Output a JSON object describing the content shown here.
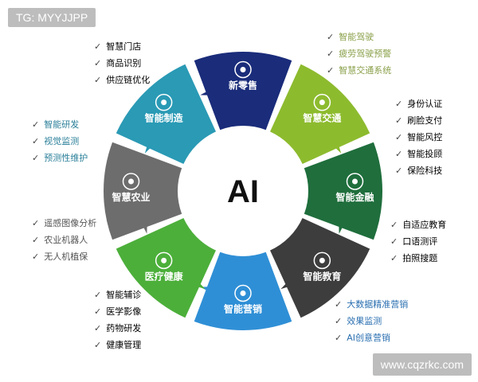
{
  "tag": "TG: MYYJJPP",
  "watermark": "www.cqzrkc.com",
  "center": "AI",
  "sectors": [
    {
      "id": "retail",
      "label": "新零售",
      "color": "#1a2c7a",
      "icon": "cart-icon",
      "items": [
        "智慧门店",
        "商品识别",
        "供应链优化"
      ],
      "items_color": "#333333"
    },
    {
      "id": "traffic",
      "label": "智慧交通",
      "color": "#8dbb2e",
      "icon": "traffic-icon",
      "items": [
        "智能驾驶",
        "疲劳驾驶预警",
        "智慧交通系统"
      ],
      "items_color": "#8aa04a"
    },
    {
      "id": "finance",
      "label": "智能金融",
      "color": "#1f6e3c",
      "icon": "dollar-icon",
      "items": [
        "身份认证",
        "刷脸支付",
        "智能风控",
        "智能投顾",
        "保险科技"
      ],
      "items_color": "#333333"
    },
    {
      "id": "education",
      "label": "智能教育",
      "color": "#3d3d3d",
      "icon": "graduation-icon",
      "items": [
        "自适应教育",
        "口语测评",
        "拍照搜题"
      ],
      "items_color": "#333333"
    },
    {
      "id": "marketing",
      "label": "智能营销",
      "color": "#2f8fd6",
      "icon": "megaphone-icon",
      "items": [
        "大数据精准营销",
        "效果监测",
        "AI创意营销"
      ],
      "items_color": "#2a6fb0"
    },
    {
      "id": "medical",
      "label": "医疗健康",
      "color": "#4caf3a",
      "icon": "pill-icon",
      "items": [
        "智能辅诊",
        "医学影像",
        "药物研发",
        "健康管理"
      ],
      "items_color": "#333333"
    },
    {
      "id": "agriculture",
      "label": "智慧农业",
      "color": "#6d6d6d",
      "icon": "sprout-icon",
      "items": [
        "遥感图像分析",
        "农业机器人",
        "无人机植保"
      ],
      "items_color": "#555555"
    },
    {
      "id": "manufacturing",
      "label": "智能制造",
      "color": "#2a9ab5",
      "icon": "hand-gear-icon",
      "items": [
        "智能研发",
        "视觉监测",
        "预测性维护"
      ],
      "items_color": "#2a7f99"
    }
  ]
}
